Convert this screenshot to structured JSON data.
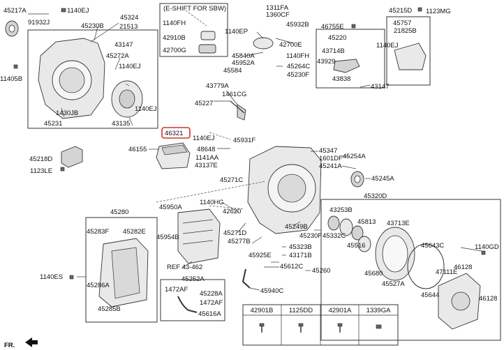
{
  "diagram": {
    "header_box_title": "(E-SHIFT FOR SBW)",
    "highlighted_part": "46321",
    "front_indicator": "FR.",
    "bottom_table": {
      "headers": [
        "42901B",
        "1125DD",
        "42901A",
        "1339GA"
      ]
    },
    "labels": {
      "l45217A": "45217A",
      "l1140EJ_a": "1140EJ",
      "l45324": "45324",
      "l91932J": "91932J",
      "l45230B": "45230B",
      "l21513": "21513",
      "l43147_a": "43147",
      "l45272A": "45272A",
      "l1140EJ_b": "1140EJ",
      "l11405B": "11405B",
      "l1430JB": "1430JB",
      "l1140EJ_c": "1140EJ",
      "l45231": "45231",
      "l43135": "43135",
      "l45218D": "45218D",
      "l1123LE": "1123LE",
      "l1140FH_a": "1140FH",
      "l42910B": "42910B",
      "l42700G": "42700G",
      "l1311FA": "1311FA",
      "l1360CF": "1360CF",
      "l1140EP": "1140EP",
      "l45932B": "45932B",
      "l42700E": "42700E",
      "l45840A": "45840A",
      "l1140FH_b": "1140FH",
      "l45952A": "45952A",
      "l45264C": "45264C",
      "l45584": "45584",
      "l45230F_a": "45230F",
      "l43779A": "43779A",
      "l1461CG": "1461CG",
      "l45227": "45227",
      "l46755E": "46755E",
      "l45220": "45220",
      "l43714B": "43714B",
      "l43929": "43929",
      "l43838": "43838",
      "l43147_b": "43147",
      "l45215D": "45215D",
      "l1123MG": "1123MG",
      "l45757": "45757",
      "l21825B": "21825B",
      "l1140EJ_d": "1140EJ",
      "l46321": "46321",
      "l1140EJ_e": "1140EJ",
      "l45931F": "45931F",
      "l46155": "46155",
      "l48648": "48648",
      "l1141AA": "1141AA",
      "l43137E": "43137E",
      "l45347": "45347",
      "l45254A": "45254A",
      "l1601DF": "1601DF",
      "l45241A": "45241A",
      "l45245A": "45245A",
      "l45271C": "45271C",
      "l45280": "45280",
      "l45950A": "45950A",
      "l1140HG": "1140HG",
      "l42620": "42620",
      "l45283F": "45283F",
      "l45282E": "45282E",
      "l45954B": "45954B",
      "l45271D": "45271D",
      "l45249B": "45249B",
      "l45230F_b": "45230F",
      "l45277B": "45277B",
      "l45323B": "45323B",
      "l43171B": "43171B",
      "l45925E": "45925E",
      "l45612C": "45612C",
      "l45260": "45260",
      "lREF": "REF 43-462",
      "l45252A": "45252A",
      "l1140ES": "1140ES",
      "l45286A": "45286A",
      "l45285B": "45285B",
      "l1472AF_a": "1472AF",
      "l45228A": "45228A",
      "l1472AF_b": "1472AF",
      "l45616A": "45616A",
      "l45940C": "45940C",
      "l45320D": "45320D",
      "l43253B": "43253B",
      "l45813": "45813",
      "l45332C": "45332C",
      "l45516": "45516",
      "l43713E": "43713E",
      "l45643C": "45643C",
      "l1140GD": "1140GD",
      "l46128_a": "46128",
      "l47111E": "47111E",
      "l45680": "45680",
      "l45527A": "45527A",
      "l45644": "45644",
      "l46128_b": "46128"
    }
  }
}
